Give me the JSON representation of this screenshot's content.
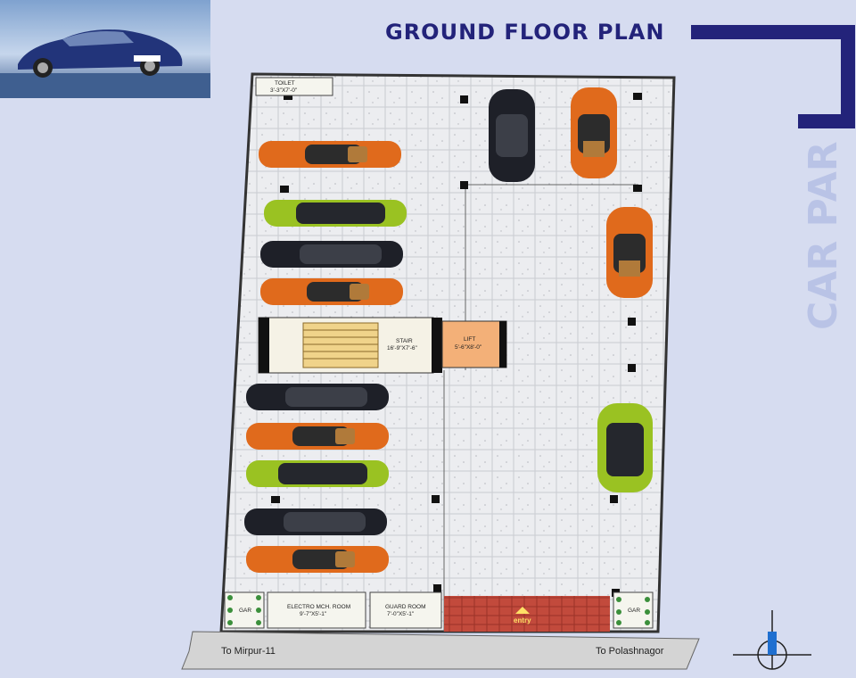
{
  "title": "GROUND FLOOR PLAN",
  "side_label": "CAR PARKING",
  "rooms": {
    "toilet_name": "TOILET",
    "toilet_size": "3'-3\"X7'-0\"",
    "stair_name": "STAIR",
    "stair_size": "16'-9\"X7'-6\"",
    "lift_name": "LIFT",
    "lift_size": "5'-6\"X8'-0\"",
    "electro_name": "ELECTRO MCH. ROOM",
    "electro_size": "9'-7\"X5'-1\"",
    "guard_name": "GUARD ROOM",
    "guard_size": "7'-0\"X5'-1\"",
    "gar_left": "GAR",
    "gar_right": "GAR"
  },
  "entry_label": "entry",
  "road": {
    "left_direction": "To Mirpur-11",
    "right_direction": "To Polashnagor"
  },
  "icons": [
    "car-photo",
    "north-arrow-icon"
  ],
  "colors": {
    "background": "#d6dcf0",
    "title": "#23237a",
    "accent_bar": "#23237a",
    "side_label": "#b9c3e6",
    "orange_car": "#e06a1c",
    "green_car": "#9ac222",
    "black_car": "#1e2028",
    "entry_paving": "#c24a3c",
    "lift_fill": "#f3b078"
  }
}
